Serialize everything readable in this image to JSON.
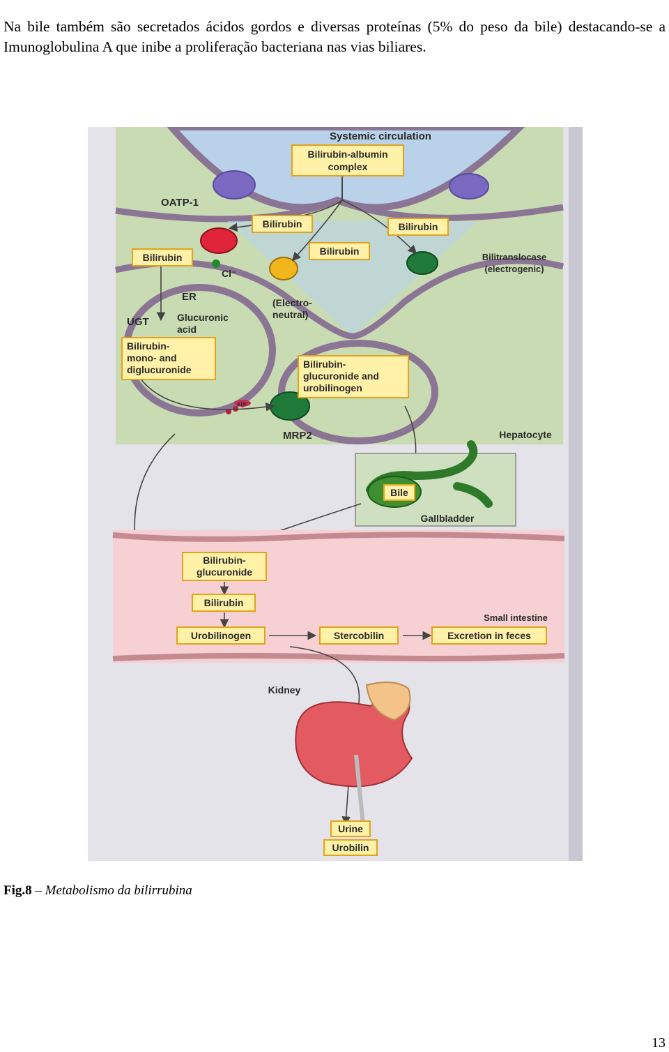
{
  "paragraph": "Na bile também são secretados ácidos gordos e diversas proteínas (5% do peso da bile) destacando-se a Imunoglobulina A que inibe a proliferação bacteriana nas vias biliares.",
  "figure": {
    "systemic_circulation": "Systemic circulation",
    "bilirubin_albumin_l1": "Bilirubin-albumin",
    "bilirubin_albumin_l2": "complex",
    "oatp1": "OATP-1",
    "bilirubin": "Bilirubin",
    "cl": "Cl⁻",
    "bilitranslocase_l1": "Bilitranslocase",
    "bilitranslocase_l2": "(electrogenic)",
    "er": "ER",
    "ugt": "UGT",
    "glucuronic_l1": "Glucuronic",
    "glucuronic_l2": "acid",
    "electroneutral_l1": "(Electro-",
    "electroneutral_l2": "neutral)",
    "mono_di_l1": "Bilirubin-",
    "mono_di_l2": "mono- and",
    "mono_di_l3": "diglucuronide",
    "gluc_urob_l1": "Bilirubin-",
    "gluc_urob_l2": "glucuronide and",
    "gluc_urob_l3": "urobilinogen",
    "atp": "ATP",
    "mrp2": "MRP2",
    "hepatocyte": "Hepatocyte",
    "bile": "Bile",
    "gallbladder": "Gallbladder",
    "bg_l1": "Bilirubin-",
    "bg_l2": "glucuronide",
    "small_intestine": "Small intestine",
    "urobilinogen": "Urobilinogen",
    "stercobilin": "Stercobilin",
    "excretion_feces": "Excretion in feces",
    "kidney": "Kidney",
    "urine": "Urine",
    "urobilin": "Urobilin"
  },
  "caption": {
    "label": "Fig.8",
    "dash": " – ",
    "text": "Metabolismo da bilirrubina"
  },
  "page_number": "13"
}
